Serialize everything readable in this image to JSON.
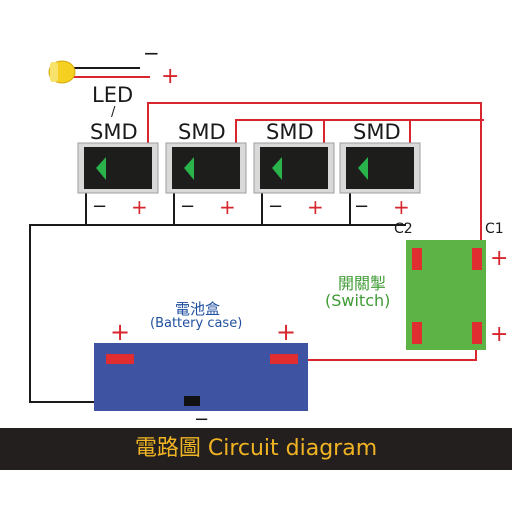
{
  "led": {
    "label_top": "LED",
    "label_slash": "/",
    "minus": "−",
    "plus": "+"
  },
  "smd_modules": [
    {
      "label": "SMD",
      "minus": "−",
      "plus": "+"
    },
    {
      "label": "SMD",
      "minus": "−",
      "plus": "+"
    },
    {
      "label": "SMD",
      "minus": "−",
      "plus": "+"
    },
    {
      "label": "SMD",
      "minus": "−",
      "plus": "+"
    }
  ],
  "switch": {
    "label_zh": "開關掣",
    "label_en": "(Switch)",
    "c1": "C1",
    "c2": "C2",
    "plus_top": "+",
    "plus_bottom": "+"
  },
  "battery": {
    "label_zh": "電池盒",
    "label_en": "(Battery case)",
    "plus_left": "+",
    "plus_right": "+",
    "minus": "−"
  },
  "caption": {
    "text": "電路圖 Circuit diagram"
  },
  "colors": {
    "wire_red": "#d7262e",
    "wire_black": "#1a1a1a",
    "smd_body": "#1d1d1b",
    "smd_frame": "#c9c9c9",
    "led_green": "#2ab34a",
    "switch_fill": "#5db346",
    "battery_fill": "#3e54a3",
    "pad_red": "#e02d2f",
    "text_blue": "#1f4f9e",
    "text_green": "#3f9b35",
    "caption_bg": "#231f1e",
    "caption_text": "#f0b323"
  }
}
